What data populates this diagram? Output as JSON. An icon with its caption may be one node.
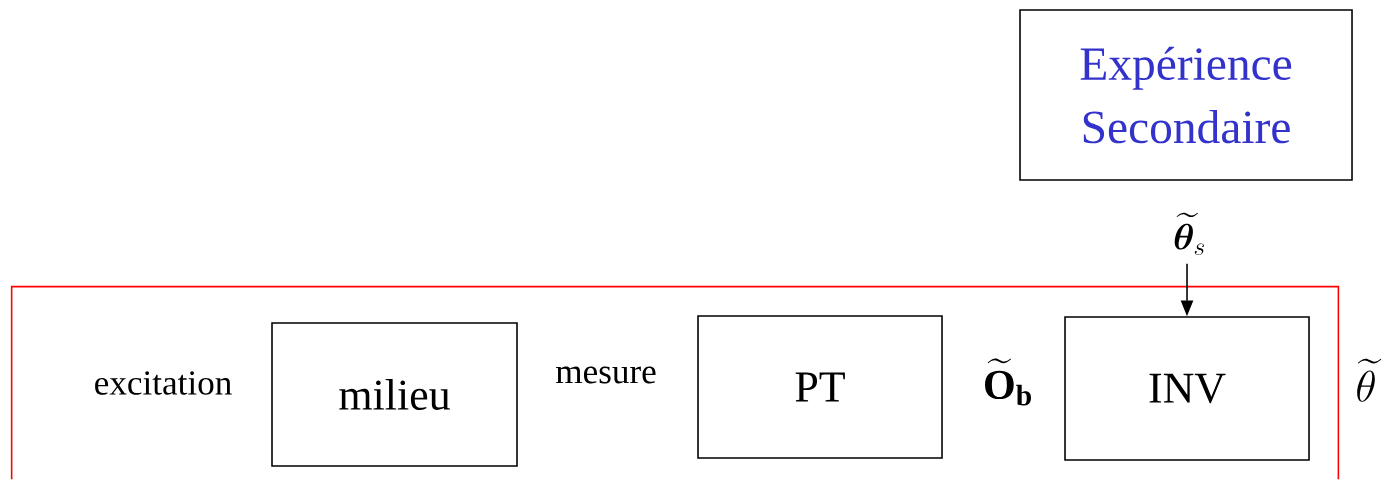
{
  "diagram": {
    "nodes": [
      {
        "text": [],
        "shape": "box"
      },
      {
        "text": [
          "milieu"
        ],
        "in": 0
      },
      {
        "text": [
          "PT"
        ],
        "in": 0
      },
      {
        "text": [
          "INV"
        ],
        "in": 0
      },
      {
        "text": [
          "Expérience Secondaire"
        ]
      }
    ],
    "edges": [
      {
        "from": null,
        "to": 3,
        "arrow": "to",
        "label": "\\widetilde{\\boldsymbol{\\theta}}_s"
      }
    ],
    "labels": [
      "excitation",
      "mesure",
      "\\widetilde{\\mathbf{O}}_{\\mathbf{b}}",
      "\\widetilde{\\theta}"
    ]
  }
}
